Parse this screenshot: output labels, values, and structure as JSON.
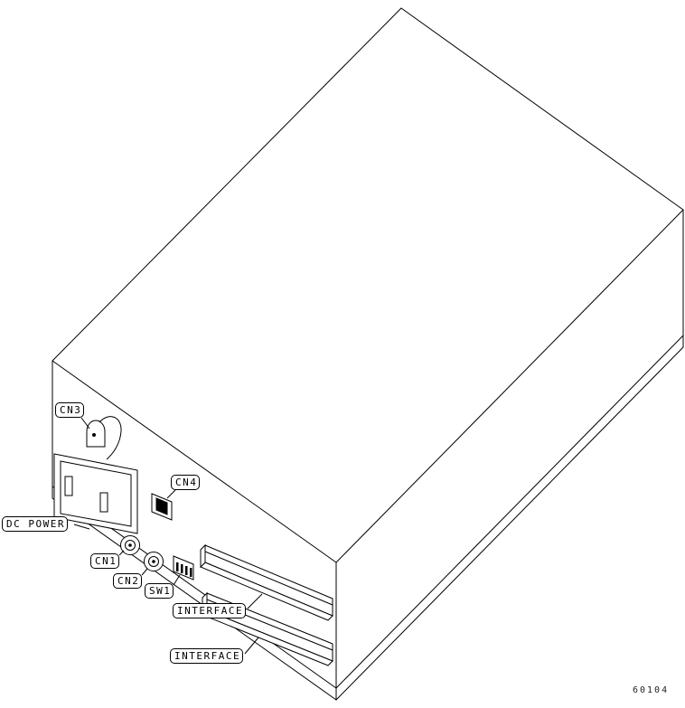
{
  "figure": {
    "number": "60104"
  },
  "callouts": {
    "cn3": "CN3",
    "cn4": "CN4",
    "dc_power": "DC POWER",
    "cn1": "CN1",
    "cn2": "CN2",
    "sw1": "SW1",
    "interface_upper": "INTERFACE",
    "interface_lower": "INTERFACE"
  }
}
